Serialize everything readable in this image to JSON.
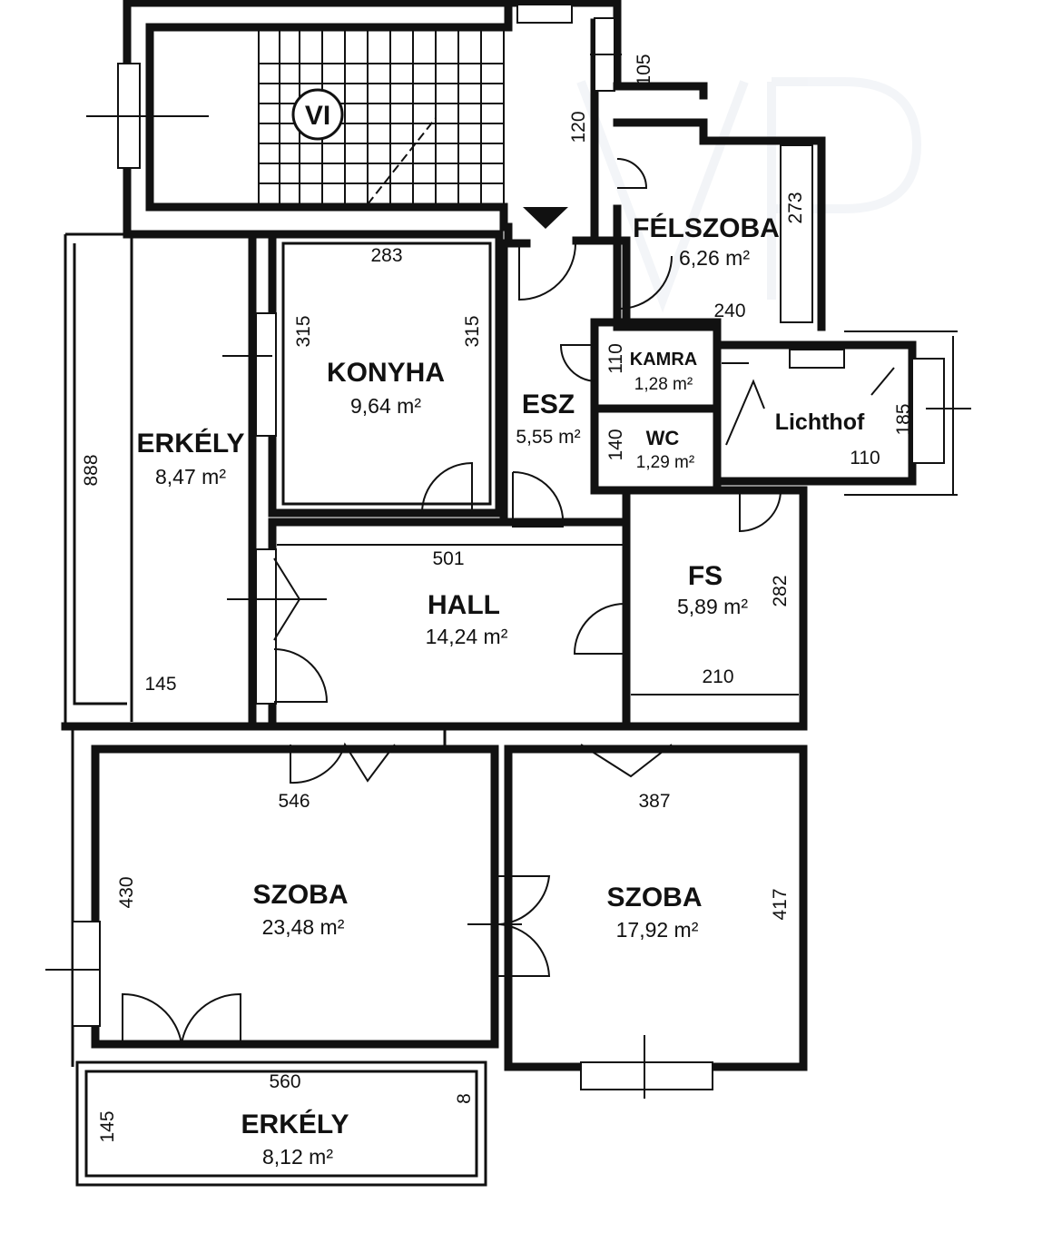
{
  "stair": {
    "label": "VI"
  },
  "rooms": {
    "felszoba": {
      "name": "FÉLSZOBA",
      "area": "6,26 m²"
    },
    "konyha": {
      "name": "KONYHA",
      "area": "9,64 m²"
    },
    "esz": {
      "name": "ESZ",
      "area": "5,55 m²"
    },
    "kamra": {
      "name": "KAMRA",
      "area": "1,28 m²"
    },
    "wc": {
      "name": "WC",
      "area": "1,29 m²"
    },
    "lichthof": {
      "name": "Lichthof"
    },
    "erkely_left": {
      "name": "ERKÉLY",
      "area": "8,47 m²"
    },
    "hall": {
      "name": "HALL",
      "area": "14,24 m²"
    },
    "fs": {
      "name": "FS",
      "area": "5,89 m²"
    },
    "szoba_left": {
      "name": "SZOBA",
      "area": "23,48 m²"
    },
    "szoba_right": {
      "name": "SZOBA",
      "area": "17,92 m²"
    },
    "erkely_bottom": {
      "name": "ERKÉLY",
      "area": "8,12 m²"
    }
  },
  "dimensions": {
    "d105": "105",
    "d120": "120",
    "d273": "273",
    "d240": "240",
    "d283": "283",
    "d315a": "315",
    "d315b": "315",
    "d110_kamra": "110",
    "d140": "140",
    "d185": "185",
    "d110_lichthof": "110",
    "d888": "888",
    "d145_left": "145",
    "d501": "501",
    "d282": "282",
    "d210": "210",
    "d546": "546",
    "d387": "387",
    "d430": "430",
    "d417": "417",
    "d560": "560",
    "d8": "8",
    "d145_bottom": "145"
  }
}
